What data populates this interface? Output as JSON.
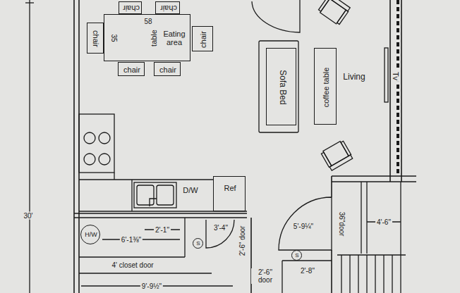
{
  "diagram": {
    "nodes": [
      {
        "text": [
          "58",
          "35",
          "table",
          "Eating area"
        ]
      },
      {
        "text": [
          "chair"
        ]
      },
      {
        "text": [
          "chair"
        ]
      },
      {
        "text": [
          "chair"
        ]
      },
      {
        "text": [
          "chair"
        ]
      },
      {
        "text": [
          "chair"
        ]
      },
      {
        "text": [
          "chair"
        ]
      },
      {
        "text": [
          "Sofa Bed"
        ]
      },
      {
        "text": [
          "coffee table"
        ]
      },
      {
        "text": [
          "Ref"
        ]
      },
      {
        "text": [
          "H/W"
        ]
      },
      {
        "text": [
          "S"
        ]
      },
      {
        "text": [
          "S"
        ]
      }
    ],
    "labels": [
      "D/W",
      "Living",
      "Tv",
      "30'",
      "6'-1⅜\"",
      "2'-1\"",
      "3'-4\"",
      "2'-6\" door",
      "4' closet door",
      "9'-9½\"",
      "5'-9¼\"",
      "36\"door",
      "4'-6\"",
      "2'-6\" door",
      "2'-8\""
    ]
  }
}
